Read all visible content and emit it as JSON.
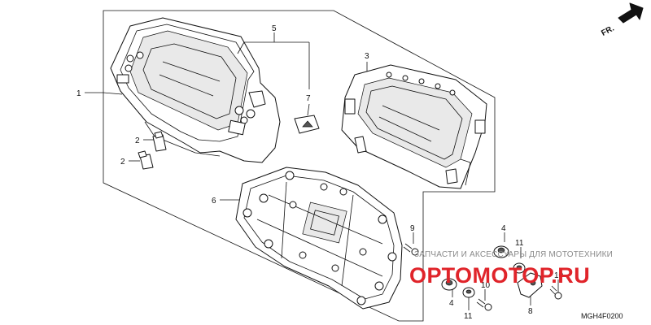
{
  "orientation": {
    "label": "FR."
  },
  "callouts": {
    "c1": "1",
    "c2a": "2",
    "c2b": "2",
    "c3": "3",
    "c4a": "4",
    "c4b": "4",
    "c5": "5",
    "c6": "6",
    "c7": "7",
    "c8": "8",
    "c9": "9",
    "c10a": "10",
    "c10b": "10",
    "c11a": "11",
    "c11b": "11"
  },
  "watermark": {
    "tagline": "ЗАПЧАСТИ И АКСЕССУАРЫ ДЛЯ МОТОТЕХНИКИ",
    "brand": "ОРТОМОТОР.RU"
  },
  "diagram_code": "MGH4F0200",
  "colors": {
    "line": "#111111",
    "watermark_red": "#e0242a",
    "watermark_grey": "#8a8a8a"
  },
  "icons": [
    "front-direction-arrow-icon"
  ]
}
